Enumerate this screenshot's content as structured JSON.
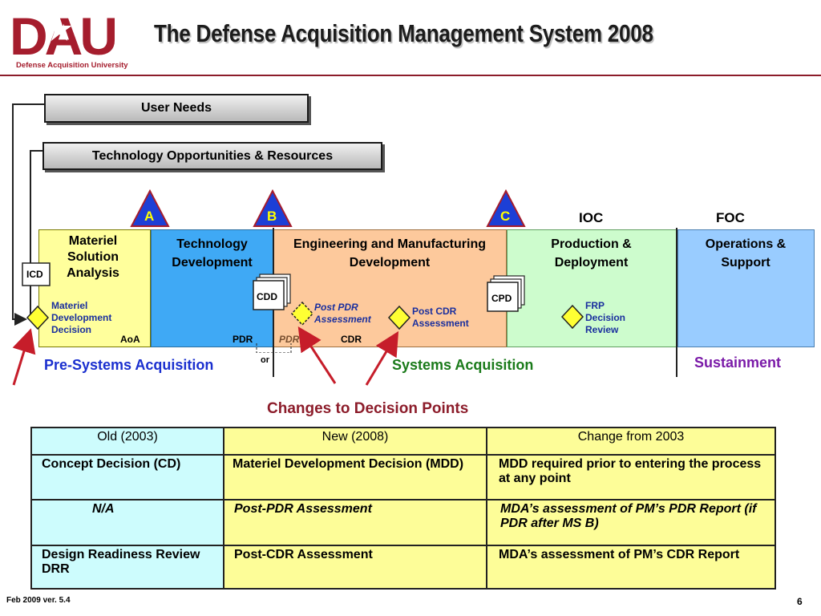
{
  "header": {
    "title": "The Defense Acquisition Management System 2008",
    "logo_letters": "DAU",
    "logo_subtitle": "Defense Acquisition University"
  },
  "inputs": {
    "user_needs": "User Needs",
    "tech_opps": "Technology Opportunities & Resources"
  },
  "milestones": {
    "a": "A",
    "b": "B",
    "c": "C",
    "ioc": "IOC",
    "foc": "FOC"
  },
  "phases": {
    "msa": "Materiel Solution Analysis",
    "td": "Technology Development",
    "emd": "Engineering and Manufacturing Development",
    "pd": "Production & Deployment",
    "os": "Operations & Support"
  },
  "documents": {
    "icd": "ICD",
    "cdd": "CDD",
    "cpd": "CPD"
  },
  "decisions": {
    "mdd": "Materiel Development Decision",
    "post_pdr": "Post PDR Assessment",
    "post_cdr": "Post CDR Assessment",
    "frp": "FRP Decision Review"
  },
  "labels": {
    "aoa": "AoA",
    "pdr": "PDR",
    "pdr_alt": "PDR",
    "or": "or",
    "cdr": "CDR"
  },
  "categories": {
    "pre": "Pre-Systems Acquisition",
    "sys": "Systems Acquisition",
    "sust": "Sustainment"
  },
  "colors": {
    "msa": "#ffff9c",
    "td": "#3fa9f5",
    "emd": "#fdc99c",
    "pd": "#cdfccd",
    "os": "#99ccff",
    "milestone": "#1c3fd6",
    "accent_red": "#a51d2d",
    "diamond": "#ffff33"
  },
  "changes": {
    "title": "Changes to Decision Points",
    "headers": [
      "Old (2003)",
      "New (2008)",
      "Change from 2003"
    ],
    "rows": [
      [
        "Concept Decision (CD)",
        "Materiel Development Decision (MDD)",
        "MDD required prior to entering the process at any point"
      ],
      [
        "N/A",
        "Post-PDR Assessment",
        "MDA’s assessment of PM’s PDR Report (if PDR after MS B)"
      ],
      [
        "Design Readiness Review DRR",
        "Post-CDR Assessment",
        "MDA’s assessment of PM’s CDR Report"
      ]
    ]
  },
  "footer": {
    "version": "Feb 2009 ver. 5.4",
    "page": "6"
  }
}
